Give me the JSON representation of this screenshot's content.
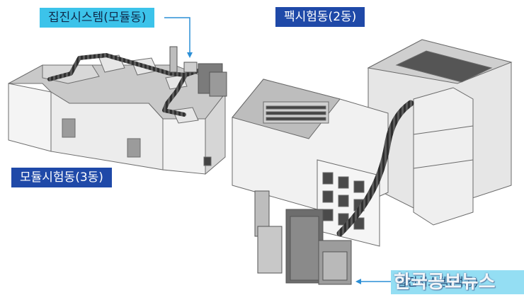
{
  "labels": {
    "collect_modular": "집진시스템(모듈동)",
    "pack_building": "팩시험동(2동)",
    "modular_building": "모듈시험동(3동)",
    "collect_pack": "집진시스템(팩동)"
  },
  "watermark": "한국공보뉴스",
  "colors": {
    "label_cyan": "#3cc3ea",
    "label_blue": "#1f49a8",
    "leader_line": "#2c8fd6"
  }
}
